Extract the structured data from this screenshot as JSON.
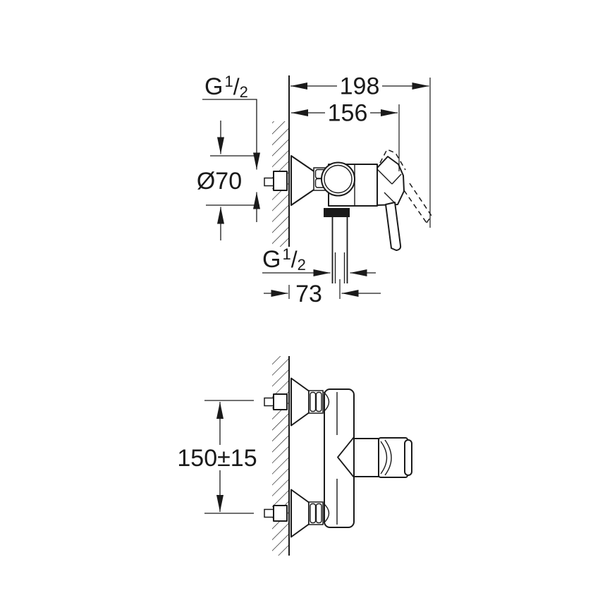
{
  "drawing": {
    "background": "#ffffff",
    "line_color": "#1a1a1a",
    "side_view": {
      "dim_overall_depth": "198",
      "dim_body_depth": "156",
      "dim_escutcheon_diameter": "Ø70",
      "dim_outlet_offset": "73",
      "thread_top": {
        "base": "G",
        "numerator": "1",
        "slash": "/",
        "denominator": "2"
      },
      "thread_outlet": {
        "base": "G",
        "numerator": "1",
        "slash": "/",
        "denominator": "2"
      }
    },
    "plan_view": {
      "dim_inlet_spacing": "150±15"
    }
  }
}
